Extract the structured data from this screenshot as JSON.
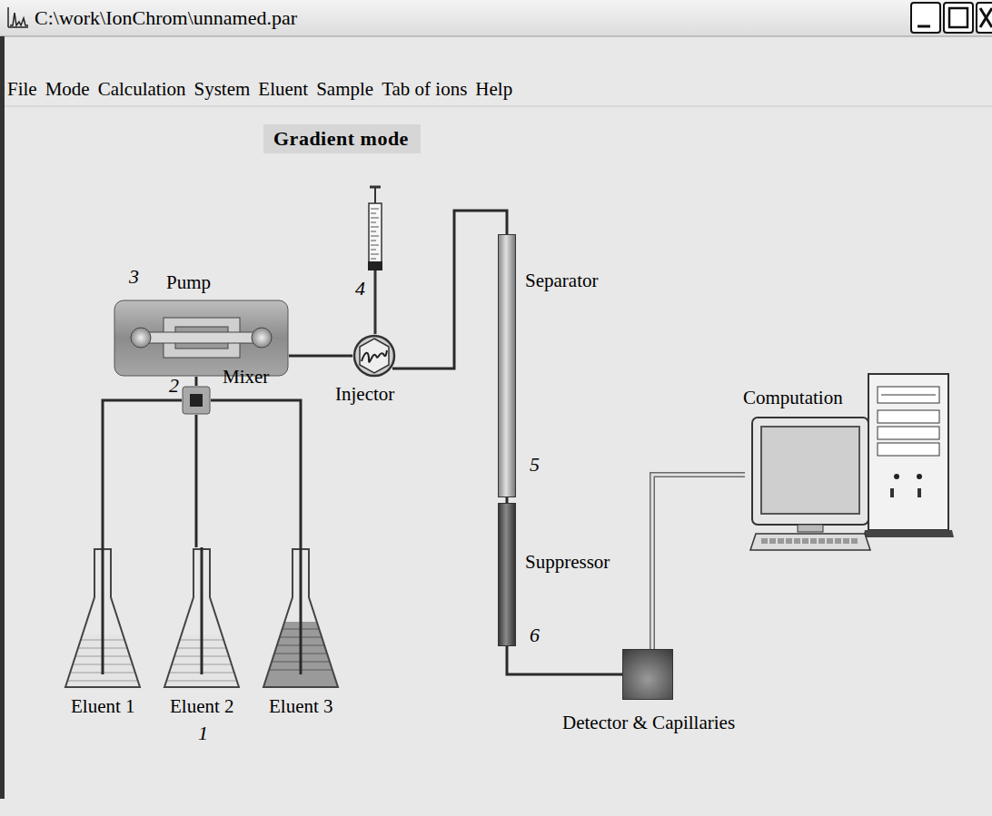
{
  "diagram": {
    "nodes": [
      {
        "text": [
          "Gradient mode"
        ]
      },
      {
        "text": [
          "Pump"
        ]
      },
      {
        "text": [
          "Injector"
        ]
      },
      {
        "text": [
          "Mixer"
        ]
      },
      {
        "text": [
          "Separator"
        ]
      },
      {
        "text": [
          "Computation"
        ]
      },
      {
        "text": [
          "Suppressor"
        ]
      },
      {
        "text": [
          "Eluent 1"
        ]
      },
      {
        "text": [
          "Eluent 2"
        ]
      },
      {
        "text": [
          "Eluent 3"
        ]
      },
      {
        "text": [
          "Detector & Capillaries"
        ]
      }
    ],
    "edges": [
      {
        "from": 7,
        "to": 3,
        "arrow": "none"
      },
      {
        "from": 8,
        "to": 3,
        "arrow": "none"
      },
      {
        "from": 9,
        "to": 3,
        "arrow": "none"
      },
      {
        "from": 3,
        "to": 1,
        "arrow": "none"
      },
      {
        "from": 1,
        "to": 2,
        "arrow": "none"
      },
      {
        "from": 2,
        "to": 4,
        "arrow": "none"
      },
      {
        "from": 4,
        "to": 6,
        "arrow": "none"
      },
      {
        "from": 6,
        "to": 10,
        "arrow": "none"
      },
      {
        "from": 10,
        "to": 5,
        "arrow": "none"
      }
    ],
    "labels": [
      "C:\\work\\IonChrom\\unnamed.par",
      "File",
      "Mode",
      "Calculation",
      "System",
      "Eluent",
      "Sample",
      "Tab of ions",
      "Help",
      "3",
      "4",
      "2",
      "5",
      "6",
      "1"
    ]
  }
}
